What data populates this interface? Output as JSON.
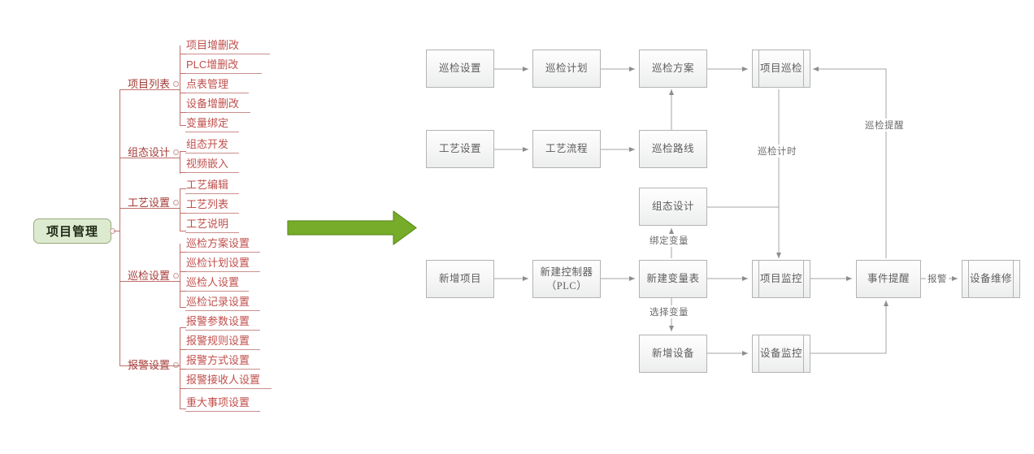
{
  "meta": {
    "accent_green": "#76ac29",
    "root_fill": "#dcebd0",
    "branch_color": "#c0504d",
    "box_border": "#b3b3b3"
  },
  "mindmap": {
    "root": {
      "label": "项目管理"
    },
    "branches": [
      {
        "label": "项目列表",
        "children": [
          "项目增删改",
          "PLC增删改",
          "点表管理",
          "设备增删改",
          "变量绑定"
        ]
      },
      {
        "label": "组态设计",
        "children": [
          "组态开发",
          "视频嵌入"
        ]
      },
      {
        "label": "工艺设置",
        "children": [
          "工艺编辑",
          "工艺列表",
          "工艺说明"
        ]
      },
      {
        "label": "巡检设置",
        "children": [
          "巡检方案设置",
          "巡检计划设置",
          "巡检人设置",
          "巡检记录设置"
        ]
      },
      {
        "label": "报警设置",
        "children": [
          "报警参数设置",
          "报警规则设置",
          "报警方式设置",
          "报警接收人设置",
          "重大事项设置"
        ]
      }
    ]
  },
  "transition": {
    "icon": "green-right-arrow"
  },
  "flowchart": {
    "nodes": [
      {
        "id": "n1",
        "label": "巡检设置",
        "shape": "process"
      },
      {
        "id": "n2",
        "label": "巡检计划",
        "shape": "process"
      },
      {
        "id": "n3",
        "label": "巡检方案",
        "shape": "process"
      },
      {
        "id": "n4",
        "label": "项目巡检",
        "shape": "predefined"
      },
      {
        "id": "n5",
        "label": "工艺设置",
        "shape": "process"
      },
      {
        "id": "n6",
        "label": "工艺流程",
        "shape": "process"
      },
      {
        "id": "n7",
        "label": "巡检路线",
        "shape": "process"
      },
      {
        "id": "n8",
        "label": "组态设计",
        "shape": "process"
      },
      {
        "id": "n9",
        "label": "新增项目",
        "shape": "process"
      },
      {
        "id": "n10",
        "label": "新建控制器\n（PLC）",
        "shape": "process"
      },
      {
        "id": "n11",
        "label": "新建变量表",
        "shape": "process"
      },
      {
        "id": "n12",
        "label": "项目监控",
        "shape": "predefined"
      },
      {
        "id": "n13",
        "label": "事件提醒",
        "shape": "process"
      },
      {
        "id": "n14",
        "label": "设备维修",
        "shape": "predefined"
      },
      {
        "id": "n15",
        "label": "新增设备",
        "shape": "process"
      },
      {
        "id": "n16",
        "label": "设备监控",
        "shape": "predefined"
      }
    ],
    "edge_labels": [
      {
        "id": "e1",
        "label": "巡检计时"
      },
      {
        "id": "e2",
        "label": "巡检提醒"
      },
      {
        "id": "e3",
        "label": "绑定变量"
      },
      {
        "id": "e4",
        "label": "选择变量"
      },
      {
        "id": "e5",
        "label": "报警"
      }
    ]
  }
}
